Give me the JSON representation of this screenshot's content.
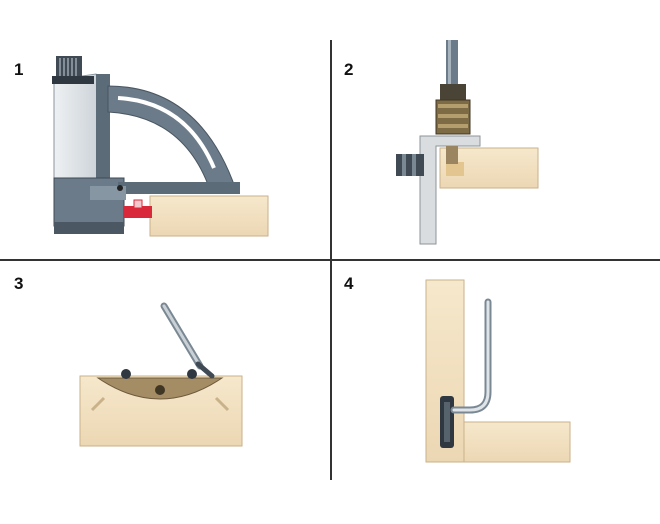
{
  "steps": [
    {
      "number": "1"
    },
    {
      "number": "2"
    },
    {
      "number": "3"
    },
    {
      "number": "4"
    }
  ],
  "colors": {
    "wood": "#f1dfc0",
    "wood_edge": "#c9b28a",
    "tool_gray": "#6b7b8a",
    "tool_dark": "#3f4a55",
    "metal_light": "#d9dde0",
    "accent_red": "#d9283a",
    "divider": "#333333"
  }
}
